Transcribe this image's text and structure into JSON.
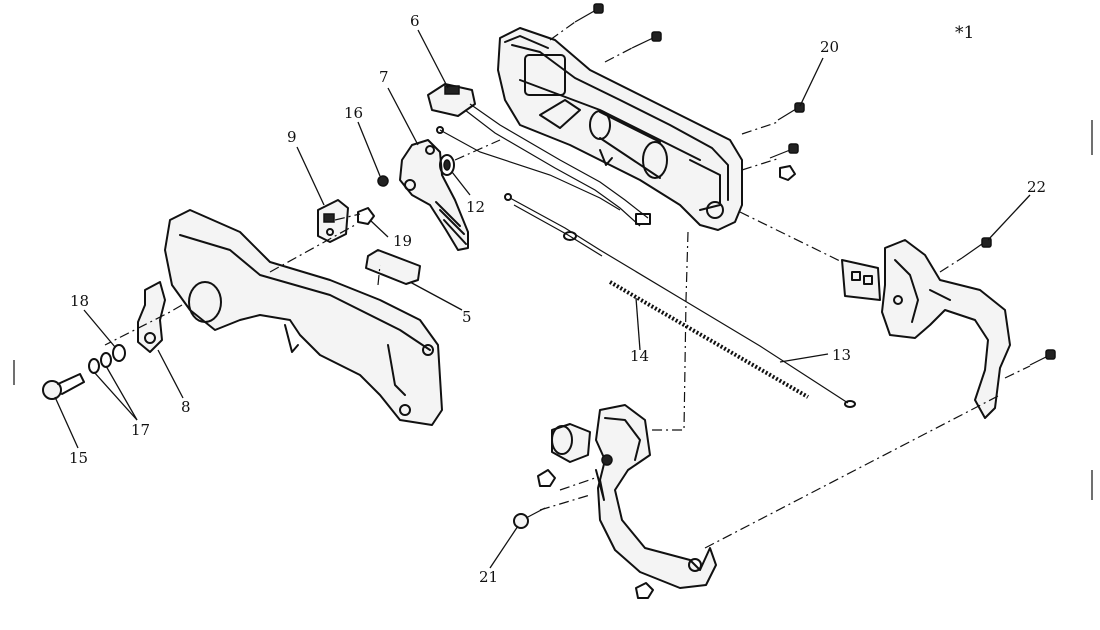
{
  "diagram": {
    "corner_note": "*1",
    "callouts": [
      {
        "id": "callout-1",
        "text": "6"
      },
      {
        "id": "callout-2",
        "text": "7"
      },
      {
        "id": "callout-3",
        "text": "16"
      },
      {
        "id": "callout-4",
        "text": "9"
      },
      {
        "id": "callout-5",
        "text": "12"
      },
      {
        "id": "callout-6",
        "text": "19"
      },
      {
        "id": "callout-7",
        "text": "5"
      },
      {
        "id": "callout-8",
        "text": "18"
      },
      {
        "id": "callout-9",
        "text": "8"
      },
      {
        "id": "callout-10",
        "text": "17"
      },
      {
        "id": "callout-11",
        "text": "15"
      },
      {
        "id": "callout-12",
        "text": "20"
      },
      {
        "id": "callout-13",
        "text": "22"
      },
      {
        "id": "callout-14",
        "text": "14"
      },
      {
        "id": "callout-15",
        "text": "13"
      },
      {
        "id": "callout-16",
        "text": "21"
      }
    ]
  }
}
